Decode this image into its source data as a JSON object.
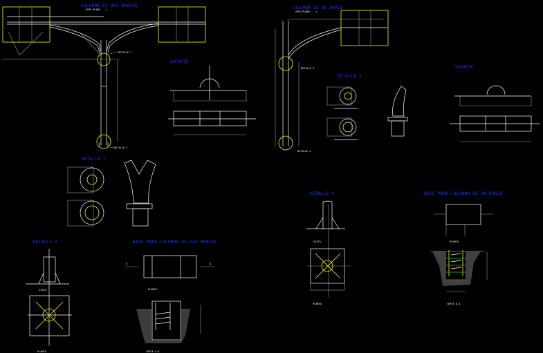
{
  "titles": {
    "two_arm_column": "COLUMNA DE DOS BRAZOS",
    "two_arm_subtitle": "(VER PLANO ...)",
    "one_arm_column": "COLUMNA DE UN BRAZO",
    "one_arm_subtitle": "(VER PLANO ...)",
    "support_left": "SOPORTE",
    "support_right": "SOPORTE",
    "detail_1": "DETALLE 1",
    "detail_2": "DETALLE 2",
    "detail_3": "DETALLE 3",
    "detail_4": "DETALLE 4",
    "base_two_arm": "BASE PARA COLUMNA DE DOS BRAZOS",
    "base_one_arm": "BASE PARA COLUMNA DE UN BRAZO"
  },
  "labels": {
    "callout_detail_1": "DETALLE 1",
    "callout_detail_2": "DETALLE 2",
    "callout_detail_3": "DETALLE 3",
    "callout_detail_4": "DETALLE 4",
    "section_mark_a": "A",
    "plan": "PLANTA",
    "view": "VISTA",
    "section_aa": "CORTE A-A"
  },
  "colors": {
    "background": "#000000",
    "title": "#2233ff",
    "linework": "#ffffff",
    "highlight": "#ffff00",
    "rebar": "#00cc00"
  }
}
